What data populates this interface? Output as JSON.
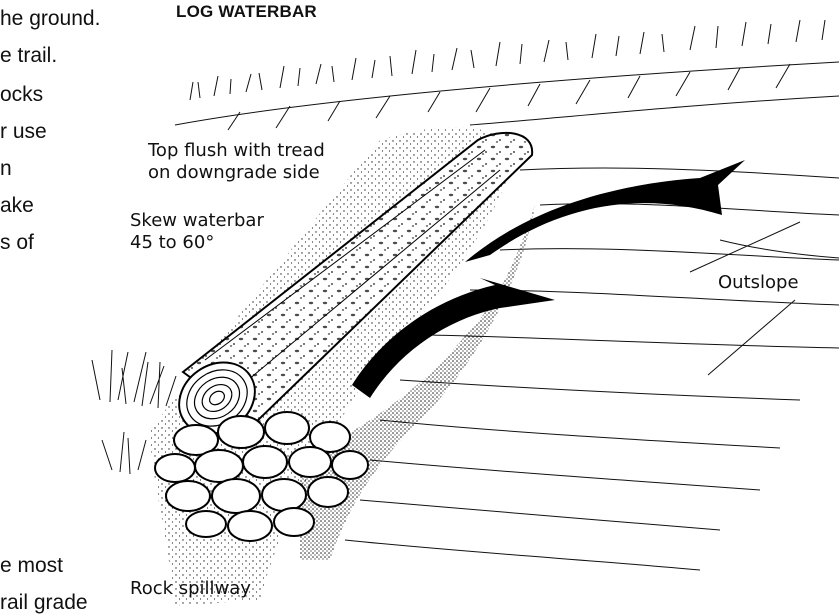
{
  "left_text_fragments": [
    "he ground.",
    "e trail.",
    "ocks",
    "r use",
    "n",
    "ake",
    "s of",
    "e most",
    "rail grade"
  ],
  "title": "LOG WATERBAR",
  "labels": {
    "top_flush_line1": "Top flush with tread",
    "top_flush_line2": "on downgrade side",
    "skew_line1": "Skew waterbar",
    "skew_line2": "45 to 60°",
    "outslope": "Outslope",
    "rock_spillway": "Rock spillway"
  }
}
